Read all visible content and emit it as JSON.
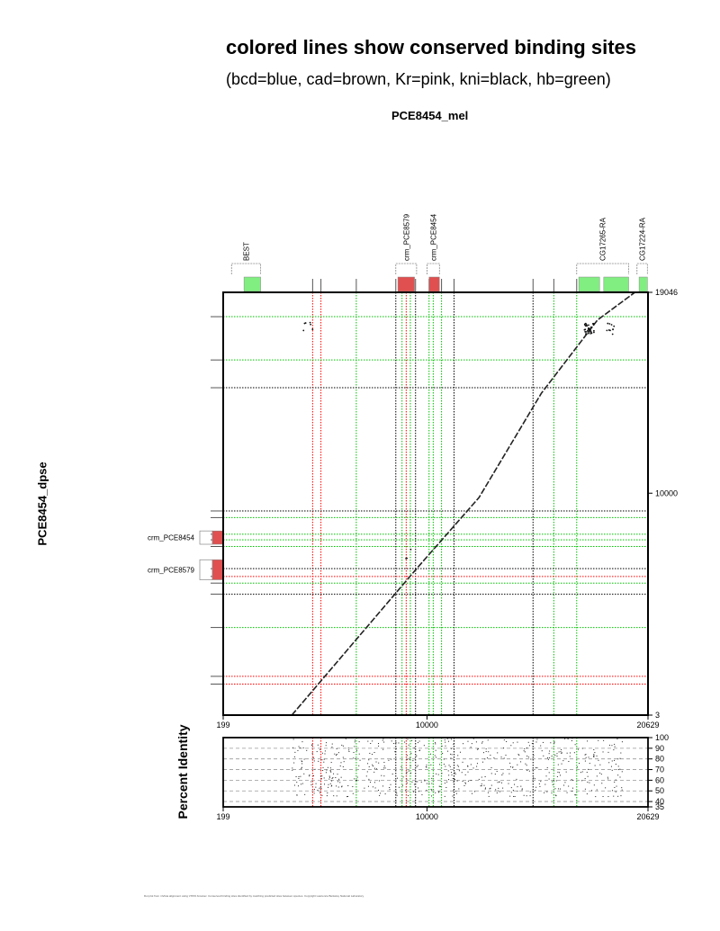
{
  "header": {
    "title": "colored lines show conserved binding sites",
    "subtitle": "(bcd=blue, cad=brown, Kr=pink, kni=black, hb=green)",
    "x_sequence": "PCE8454_mel",
    "y_sequence": "PCE8454_dpse"
  },
  "footer": {
    "text": "Dot plot from mVista alignment using VISTA browser. Conserved binding sites identified by matching predicted sites between species. Copyright Lawrence Berkeley National Laboratory"
  },
  "colors": {
    "bcd": "#0000ff",
    "cad": "#8b4513",
    "Kr": "#ff0000",
    "kni": "#000000",
    "hb": "#00c000",
    "feature_green": "#80ee80",
    "feature_red": "#e05050"
  },
  "chart_data": [
    {
      "type": "scatter",
      "title": "PCE8454_mel",
      "xlabel": "PCE8454_mel",
      "ylabel": "PCE8454_dpse",
      "xlim": [
        199,
        20629
      ],
      "ylim": [
        3,
        19046
      ],
      "x_ticks": [
        {
          "value": 199,
          "label": "199"
        },
        {
          "value": 10000,
          "label": "10000"
        },
        {
          "value": 20629,
          "label": "20629"
        }
      ],
      "y_ticks": [
        {
          "value": 3,
          "label": "3"
        },
        {
          "value": 10000,
          "label": "10000"
        },
        {
          "value": 19046,
          "label": "19046"
        }
      ],
      "top_features": [
        {
          "label": "BEST",
          "start": 600,
          "end": 2000,
          "exons": [
            [
              1200,
              2000
            ]
          ]
        },
        {
          "label": "crm_PCE8579",
          "start": 8500,
          "end": 9500,
          "exons": [
            [
              8600,
              9400
            ]
          ]
        },
        {
          "label": "crm_PCE8454",
          "start": 10000,
          "end": 10600,
          "exons": [
            [
              10100,
              10600
            ]
          ]
        },
        {
          "label": "CG17265-RA",
          "start": 17200,
          "end": 19700,
          "exons": [
            [
              17300,
              18300
            ],
            [
              18500,
              19700
            ]
          ]
        },
        {
          "label": "CG17224-RA",
          "start": 20100,
          "end": 20600,
          "exons": [
            [
              20200,
              20600
            ]
          ]
        }
      ],
      "left_features": [
        {
          "label": "crm_PCE8454",
          "start": 7700,
          "end": 8300
        },
        {
          "label": "crm_PCE8579",
          "start": 6100,
          "end": 7000
        }
      ],
      "vertical_sites": [
        {
          "x": 4500,
          "factor": "Kr"
        },
        {
          "x": 4900,
          "factor": "Kr"
        },
        {
          "x": 6600,
          "factor": "hb"
        },
        {
          "x": 8500,
          "factor": "kni"
        },
        {
          "x": 8800,
          "factor": "hb"
        },
        {
          "x": 9000,
          "factor": "Kr"
        },
        {
          "x": 9200,
          "factor": "hb"
        },
        {
          "x": 9450,
          "factor": "kni"
        },
        {
          "x": 10100,
          "factor": "hb"
        },
        {
          "x": 10300,
          "factor": "hb"
        },
        {
          "x": 10700,
          "factor": "hb"
        },
        {
          "x": 11300,
          "factor": "kni"
        },
        {
          "x": 15100,
          "factor": "kni"
        },
        {
          "x": 16100,
          "factor": "hb"
        },
        {
          "x": 17200,
          "factor": "hb"
        }
      ],
      "horizontal_sites": [
        {
          "y": 17950,
          "factor": "hb"
        },
        {
          "y": 16000,
          "factor": "hb"
        },
        {
          "y": 14750,
          "factor": "kni"
        },
        {
          "y": 9200,
          "factor": "kni"
        },
        {
          "y": 8900,
          "factor": "hb"
        },
        {
          "y": 8150,
          "factor": "hb"
        },
        {
          "y": 7900,
          "factor": "hb"
        },
        {
          "y": 7600,
          "factor": "hb"
        },
        {
          "y": 6600,
          "factor": "kni"
        },
        {
          "y": 6250,
          "factor": "Kr"
        },
        {
          "y": 5950,
          "factor": "hb"
        },
        {
          "y": 5450,
          "factor": "kni"
        },
        {
          "y": 3950,
          "factor": "hb"
        },
        {
          "y": 1750,
          "factor": "Kr"
        },
        {
          "y": 1400,
          "factor": "Kr"
        }
      ],
      "alignment_diagonal": [
        [
          3500,
          3
        ],
        [
          9500,
          6600
        ],
        [
          12500,
          9800
        ],
        [
          15500,
          14500
        ],
        [
          18200,
          17800
        ],
        [
          20000,
          19046
        ]
      ],
      "percent_identity": {
        "ylabel": "Percent Identity",
        "ylim": [
          35,
          100
        ],
        "y_ticks": [
          35,
          40,
          50,
          60,
          70,
          80,
          90,
          100
        ]
      }
    }
  ]
}
